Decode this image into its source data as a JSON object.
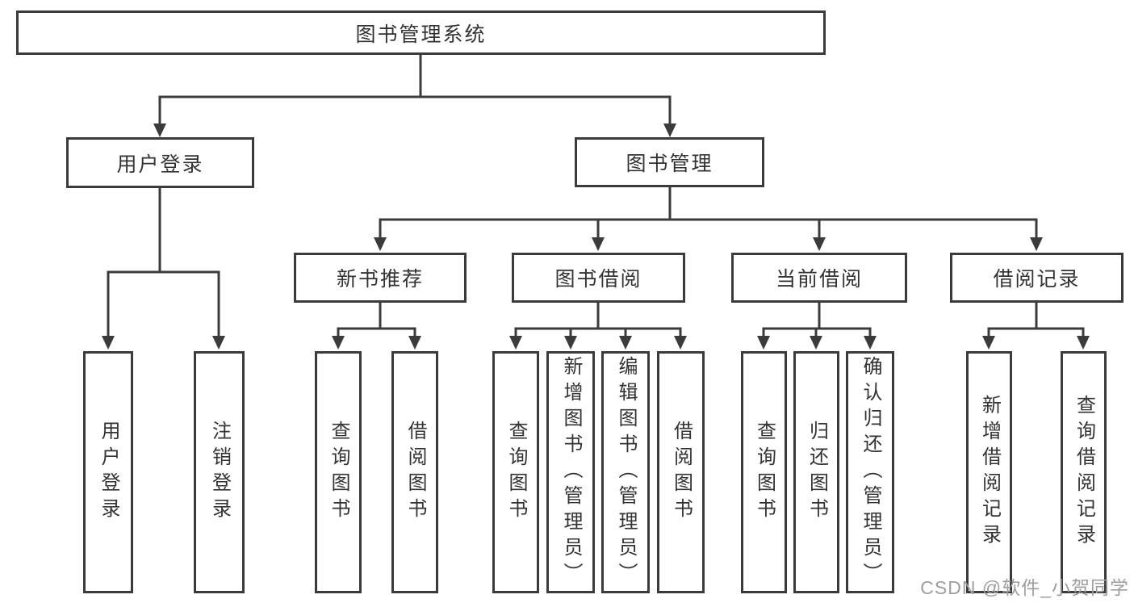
{
  "diagram_title": "图书管理系统",
  "tree": {
    "root": {
      "label": "图书管理系统"
    },
    "branches": [
      {
        "label": "用户登录",
        "children": [
          {
            "label": "用户登录"
          },
          {
            "label": "注销登录"
          }
        ]
      },
      {
        "label": "图书管理",
        "children": [
          {
            "label": "新书推荐",
            "children": [
              {
                "label": "查询图书"
              },
              {
                "label": "借阅图书"
              }
            ]
          },
          {
            "label": "图书借阅",
            "children": [
              {
                "label": "查询图书"
              },
              {
                "label": "新增图书（管理员）"
              },
              {
                "label": "编辑图书（管理员）"
              },
              {
                "label": "借阅图书"
              }
            ]
          },
          {
            "label": "当前借阅",
            "children": [
              {
                "label": "查询图书"
              },
              {
                "label": "归还图书"
              },
              {
                "label": "确认归还（管理员）"
              }
            ]
          },
          {
            "label": "借阅记录",
            "children": [
              {
                "label": "新增借阅记录"
              },
              {
                "label": "查询借阅记录"
              }
            ]
          }
        ]
      }
    ]
  },
  "watermark": {
    "text": "CSDN @软件_小贺同学",
    "color": "#9e9e9e"
  },
  "colors": {
    "line": "#3b3b3b",
    "text": "#333333",
    "background": "#ffffff"
  }
}
